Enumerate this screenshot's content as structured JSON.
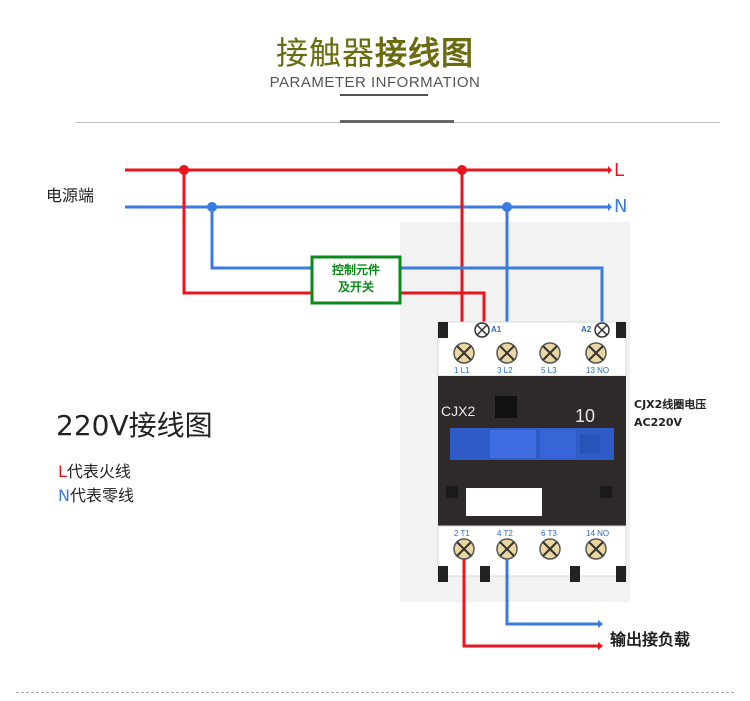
{
  "header": {
    "title_light": "接触器",
    "title_bold": "接线图",
    "subtitle": "PARAMETER INFORMATION"
  },
  "labels": {
    "power_side": "电源端",
    "line_L": "L",
    "line_N": "N",
    "control_element": [
      "控制元件",
      "及开关"
    ],
    "diagram_title": "220V接线图",
    "note_L_key": "L",
    "note_L_text": "代表火线",
    "note_N_key": "N",
    "note_N_text": "代表零线",
    "model": "CJX2",
    "rating": "10",
    "coil_voltage": [
      "CJX2线圈电压",
      "AC220V"
    ],
    "output": "输出接负载"
  },
  "terminals": {
    "coil": [
      "A1",
      "A2"
    ],
    "top": [
      "1 L1",
      "3 L2",
      "5 L3",
      "13 NO"
    ],
    "bottom": [
      "2 T1",
      "4 T2",
      "6 T3",
      "14 NO"
    ]
  },
  "colors": {
    "live": "#e8141e",
    "neutral": "#3a7be0",
    "control_box": "#0b8a1a",
    "contactor_body": "#2e2a2a",
    "title": "#6b6b10"
  }
}
